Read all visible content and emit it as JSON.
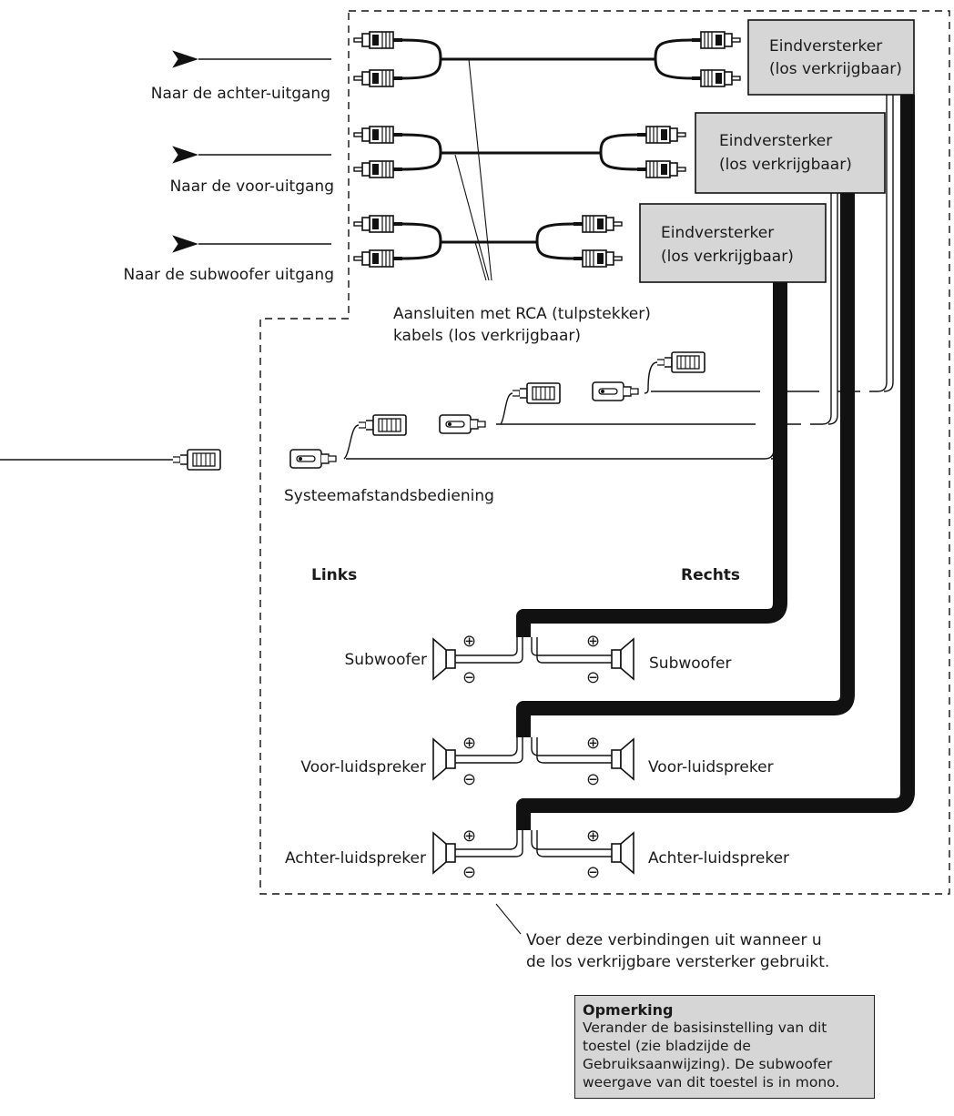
{
  "output_labels": {
    "rear": "Naar de achter-uitgang",
    "front": "Naar de voor-uitgang",
    "sub": "Naar de subwoofer uitgang"
  },
  "amplifiers": [
    {
      "line1": "Eindversterker",
      "line2": "(los verkrijgbaar)"
    },
    {
      "line1": "Eindversterker",
      "line2": "(los verkrijgbaar)"
    },
    {
      "line1": "Eindversterker",
      "line2": "(los verkrijgbaar)"
    }
  ],
  "rca_note": {
    "line1": "Aansluiten met RCA (tulpstekker)",
    "line2": "kabels (los verkrijgbaar)"
  },
  "remote_label": "Systeemafstandsbediening",
  "side_labels": {
    "left": "Links",
    "right": "Rechts"
  },
  "speakers": {
    "sub_left": "Subwoofer",
    "sub_right": "Subwoofer",
    "front_left": "Voor-luidspreker",
    "front_right": "Voor-luidspreker",
    "rear_left": "Achter-luidspreker",
    "rear_right": "Achter-luidspreker"
  },
  "polarity": {
    "plus": "⊕",
    "minus": "⊖"
  },
  "connection_note": {
    "line1": "Voer deze verbindingen uit wanneer u",
    "line2": "de los verkrijgbare versterker gebruikt."
  },
  "note": {
    "title": "Opmerking",
    "body": "Verander de basisinstelling van dit toestel (zie bladzijde de Gebruiksaanwijzing). De subwoofer weergave van dit toestel is in mono."
  }
}
